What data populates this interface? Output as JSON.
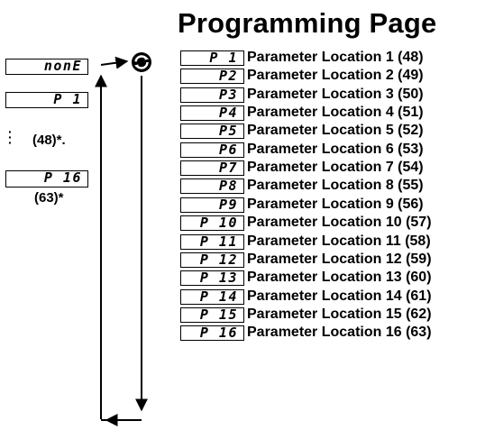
{
  "page_title": "Programming Page",
  "left_column": {
    "display_top": "nonE",
    "display_second": "P 1",
    "note_first": "(48)*.",
    "display_last": "P 16",
    "note_last": "(63)*"
  },
  "entries": [
    {
      "code": "P 1",
      "label": "Parameter Location 1 (48)"
    },
    {
      "code": "P2",
      "label": "Parameter Location 2 (49)"
    },
    {
      "code": "P3",
      "label": "Parameter Location 3 (50)"
    },
    {
      "code": "P4",
      "label": "Parameter Location 4 (51)"
    },
    {
      "code": "P5",
      "label": "Parameter Location 5 (52)"
    },
    {
      "code": "P6",
      "label": "Parameter Location 6 (53)"
    },
    {
      "code": "P7",
      "label": "Parameter Location 7 (54)"
    },
    {
      "code": "P8",
      "label": "Parameter Location 8 (55)"
    },
    {
      "code": "P9",
      "label": "Parameter Location 9 (56)"
    },
    {
      "code": "P 10",
      "label": "Parameter Location 10 (57)"
    },
    {
      "code": "P 11",
      "label": "Parameter Location 11 (58)"
    },
    {
      "code": "P 12",
      "label": "Parameter Location 12 (59)"
    },
    {
      "code": "P 13",
      "label": "Parameter Location 13 (60)"
    },
    {
      "code": "P 14",
      "label": "Parameter Location 14 (61)"
    },
    {
      "code": "P 15",
      "label": "Parameter Location 15 (62)"
    },
    {
      "code": "P 16",
      "label": "Parameter Location 16 (63)"
    }
  ],
  "icons": {
    "cycle_key": "cycle-arrow-icon"
  }
}
